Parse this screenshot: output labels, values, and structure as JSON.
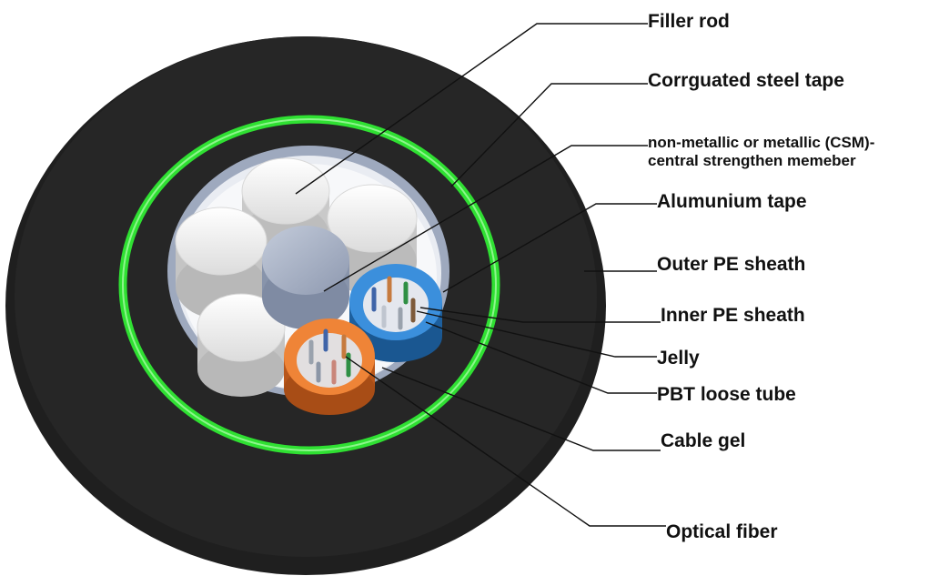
{
  "labels": {
    "filler_rod": "Filler rod",
    "corrugated_steel_tape": "Corrguated steel tape",
    "central_member_line1": "non-metallic or metallic (CSM)-",
    "central_member_line2": "central strengthen memeber",
    "aluminium_tape": "Alumunium tape",
    "outer_pe_sheath": "Outer PE sheath",
    "inner_pe_sheath": "Inner PE sheath",
    "jelly": "Jelly",
    "pbt_loose_tube": "PBT loose tube",
    "cable_gel": "Cable gel",
    "optical_fiber": "Optical fiber"
  },
  "colors": {
    "outer_sheath": "#1e1e1e",
    "steel_tape_ring": "#33e633",
    "inner_sheath_ring": "#a8b3c8",
    "filler_rod": "#f4f4f4",
    "central_member": "#a9b4c9",
    "blue_tube": "#2f86d4",
    "orange_tube": "#e8782a"
  }
}
